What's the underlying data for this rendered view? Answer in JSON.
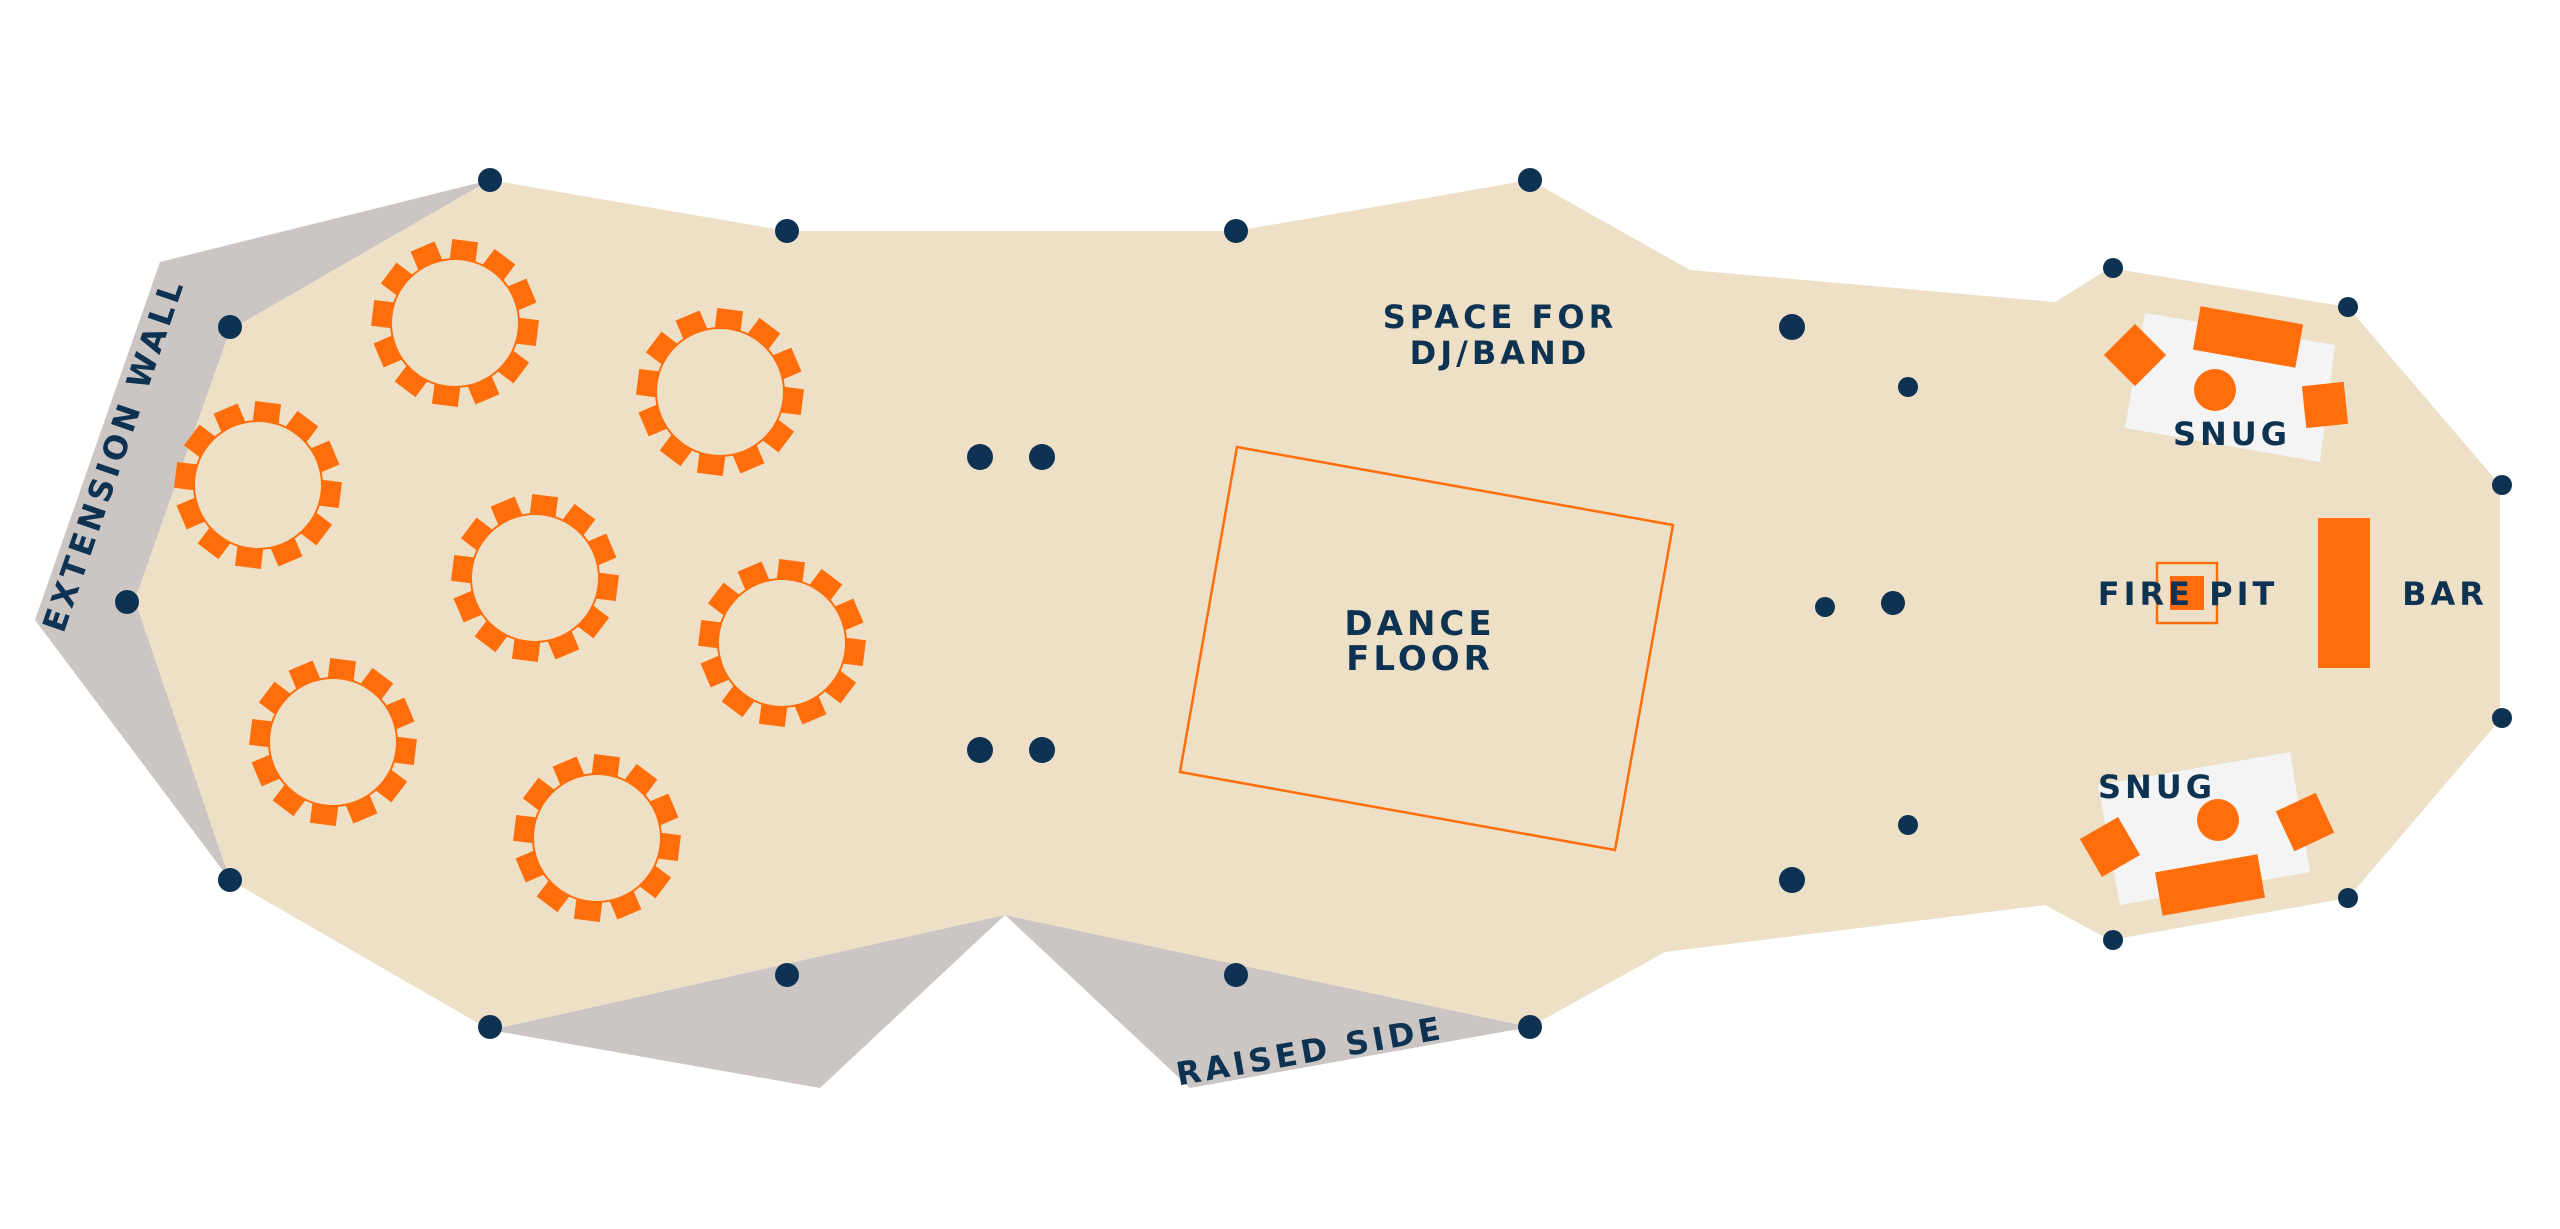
{
  "colors": {
    "background": "#ffffff",
    "floor": "#ede0c6",
    "extension": "#cbc5c3",
    "accent": "#ff6e0a",
    "post": "#0e3352",
    "text": "#0e3352",
    "snug_rug": "#f4f4f4"
  },
  "labels": {
    "extension_wall": "EXTENSION WALL",
    "raised_side": "RAISED SIDE",
    "space_dj_1": "SPACE FOR",
    "space_dj_2": "DJ/BAND",
    "dance_1": "DANCE",
    "dance_2": "FLOOR",
    "snug_top": "SNUG",
    "snug_bottom": "SNUG",
    "fire_pit": "FIRE PIT",
    "bar": "BAR"
  },
  "round_tables": {
    "count": 7,
    "chairs_per_table": 12
  },
  "icons": {
    "post": "tent-pole-dot",
    "round_table": "round-table-with-chairs",
    "fire_pit": "fire-pit-square",
    "bar": "bar-counter",
    "sofa": "sofa-block",
    "armchair": "armchair-block",
    "coffee_table": "coffee-table-circle"
  }
}
